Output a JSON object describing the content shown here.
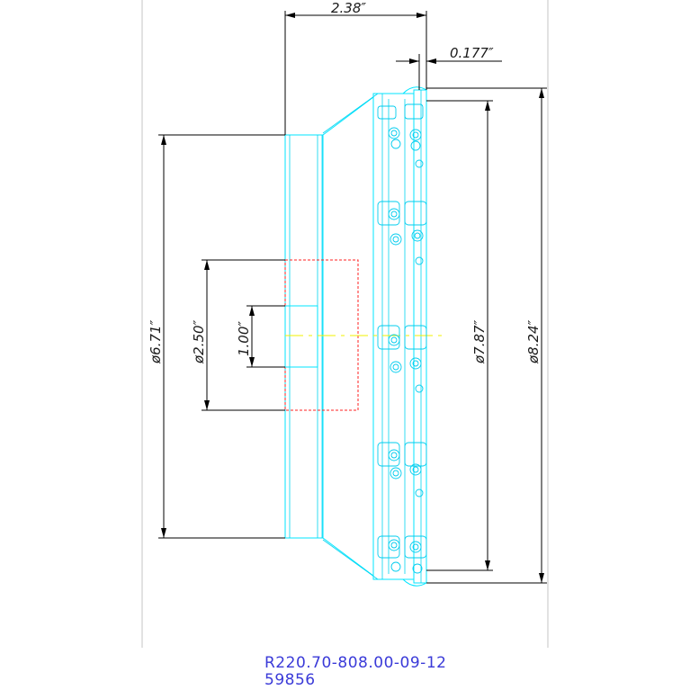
{
  "dimensions": {
    "length": "2.38″",
    "offset": "0.177″",
    "dia_hub": "ø6.71″",
    "dia_bore_recess": "ø2.50″",
    "bore_depth": "1.00″",
    "dia_cutting": "ø7.87″",
    "dia_max": "ø8.24″"
  },
  "caption": {
    "part_number": "R220.70-808.00-09-12",
    "item_number": "59856"
  },
  "colors": {
    "outline": "#00e5ff",
    "hidden": "#ff2020",
    "centerline": "#f2f200",
    "dimension": "#000000",
    "caption": "#3a3ad8"
  }
}
